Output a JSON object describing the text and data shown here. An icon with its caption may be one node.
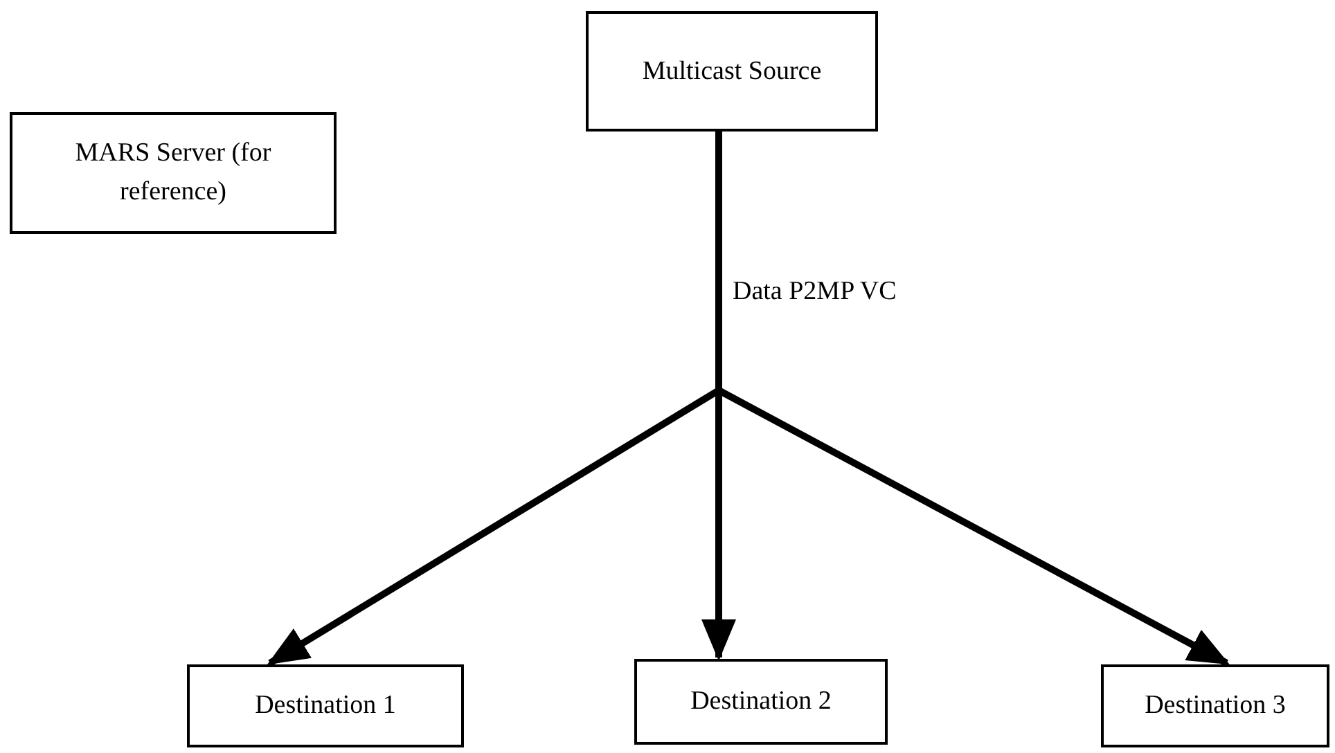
{
  "diagram": {
    "nodes": [
      {
        "text": [
          "MARS Server (for reference)"
        ]
      },
      {
        "text": [
          "Multicast Source"
        ]
      },
      {
        "text": [
          "Destination 1"
        ]
      },
      {
        "text": [
          "Destination 2"
        ]
      },
      {
        "text": [
          "Destination 3"
        ]
      }
    ],
    "edges": [
      {
        "from": 1,
        "to": 2,
        "arrow": "to"
      },
      {
        "from": 1,
        "to": 3,
        "arrow": "to",
        "label": "Data P2MP VC"
      },
      {
        "from": 1,
        "to": 4,
        "arrow": "to"
      }
    ]
  }
}
